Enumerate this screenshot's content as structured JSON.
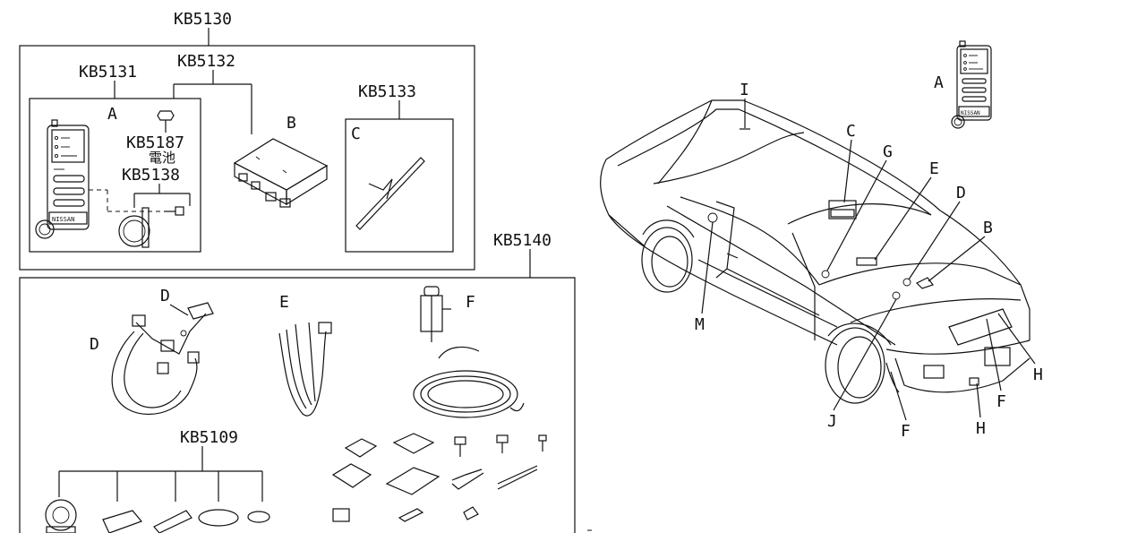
{
  "parts": {
    "kb5130": "KB5130",
    "kb5131": "KB5131",
    "kb5132": "KB5132",
    "kb5133": "KB5133",
    "kb5187": "KB5187",
    "battery": "電池",
    "kb5138": "KB5138",
    "kb5140": "KB5140",
    "kb5109": "KB5109",
    "brand": "NISSAN"
  },
  "letters": {
    "a": "A",
    "b": "B",
    "c": "C",
    "d": "D",
    "e": "E",
    "f": "F",
    "g": "G",
    "h": "H",
    "i": "I",
    "j": "J",
    "m": "M"
  }
}
